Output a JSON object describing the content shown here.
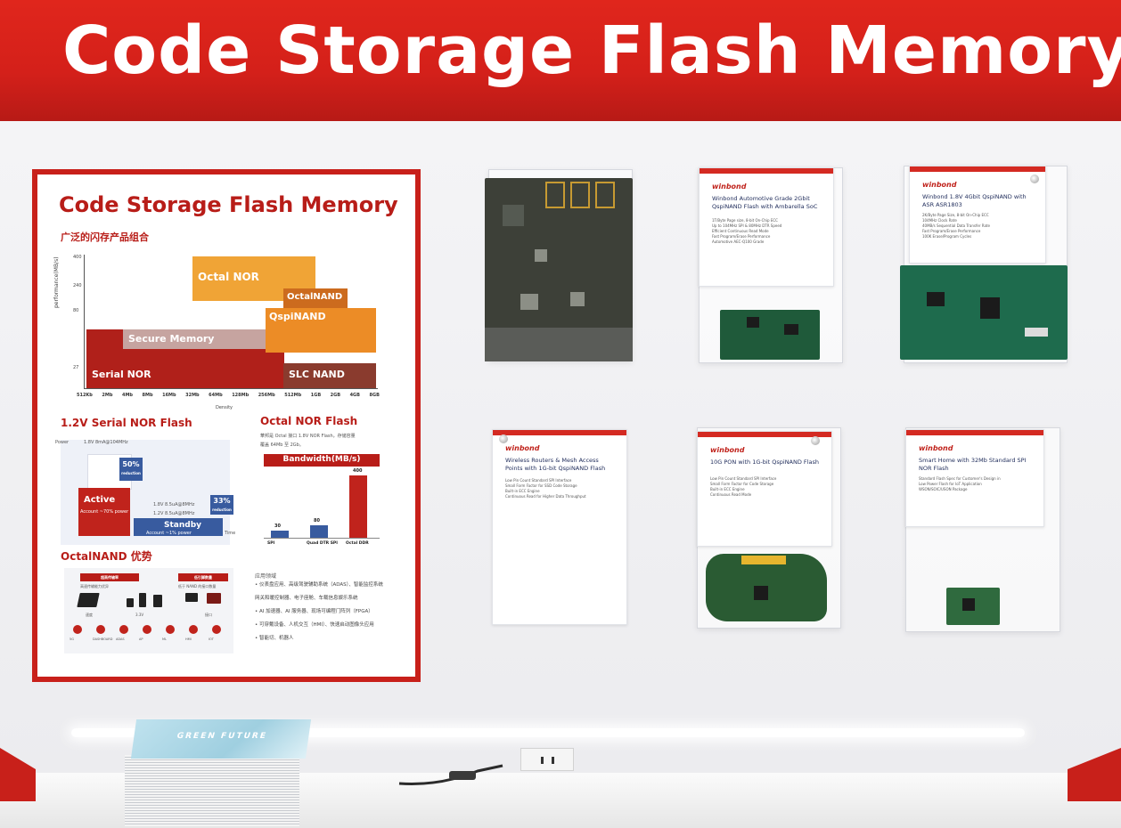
{
  "banner": {
    "title": "Code Storage Flash Memory"
  },
  "poster": {
    "title": "Code Storage Flash Memory",
    "subtitle": "广泛的闪存产品组合",
    "chart": {
      "ylabel": "performance(MB/s)",
      "yticks": [
        "400",
        "240",
        "80",
        "27"
      ],
      "xticks": [
        "512Kb",
        "2Mb",
        "4Mb",
        "8Mb",
        "16Mb",
        "32Mb",
        "64Mb",
        "128Mb",
        "256Mb",
        "512Mb",
        "1GB",
        "2GB",
        "4GB",
        "8GB"
      ],
      "xlabel": "Density",
      "blocks": {
        "octal_nor": "Octal NOR",
        "octal_nand": "OctalNAND",
        "qspi_nand": "QspiNAND",
        "secure_memory": "Secure Memory",
        "serial_nor": "Serial NOR",
        "slc_nand": "SLC NAND"
      }
    },
    "nor12": {
      "heading": "1.2V Serial NOR Flash",
      "power_label": "Power",
      "top_label": "1.8V 8mA@104MHz",
      "badge_50": "50%",
      "badge_50_sub": "reduction",
      "badge_33": "33%",
      "badge_33_sub": "reduction",
      "active": "Active",
      "active_sub": "Account ~70% power",
      "line_18": "1.8V 8.5uA@8MHz",
      "line_12": "1.2V 8.5uA@8MHz",
      "standby": "Standby",
      "standby_sub": "Account ~1% power",
      "time_label": "Time"
    },
    "octal": {
      "heading": "Octal NOR Flash",
      "desc_1": "華邦是 Octal 接口 1.8V NOR Flash，存储容量",
      "desc_2": "覆盖 64Mb 至 2Gb。",
      "bw_title": "Bandwidth(MB/s)",
      "bars": [
        {
          "label": "SPI",
          "value": 30
        },
        {
          "label": "Quad DTR SPI",
          "value": 80
        },
        {
          "label": "Octal DDR",
          "value": 400
        }
      ]
    },
    "octalnand": {
      "heading": "OctalNAND 优势",
      "tag_1": "超高传输率",
      "tag_2": "低引脚数量",
      "tag_1_sub": "高速传输能力优异",
      "tag_2_sub": "低于 NAND 的接口数量",
      "col_a": "速度",
      "col_b": "3.3V",
      "col_c": "接口",
      "icon_labels": [
        "5G",
        "DASHBOARD",
        "ADAS",
        "AP",
        "ML",
        "HMI",
        "IOT"
      ]
    },
    "applications": {
      "heading": "应用领域",
      "items": [
        "• 仪表盘应用、高级驾驶辅助系统（ADAS）、智能监控系统",
        "  网关和暖控制器、电子座舱、车载信息娱乐系统",
        "• AI 加速器、AI 服务器、现场可编程门阵列（FPGA）",
        "• 可穿戴设备、人机交互（HMI）、快速启动图像头应用",
        "• 智能切、机器人"
      ]
    }
  },
  "cards": [
    {
      "logo": "winbond",
      "title": "Winbond Automotive Grade 2Gbit QspiNAND Flash with Ambarella SoC",
      "bullets": [
        "1T/Byte Page size, 8-bit On-Chip ECC",
        "Up to 104MHz SPI & 80MHz DTR Speed",
        "Efficient Continuous Read Mode",
        "Fast Program/Erase Performance",
        "Automotive AEC-Q100 Grade"
      ]
    },
    {
      "logo": "winbond",
      "title": "Winbond 1.8V 4Gbit QspiNAND with ASR ASR1803",
      "bullets": [
        "2K/Byte Page Size, 8-bit On-Chip ECC",
        "104MHz Clock Rate",
        "40MB/s Sequential Data Transfer Rate",
        "Fast Program/Erase Performance",
        "100K Erase/Program Cycles"
      ]
    },
    {
      "logo": "winbond",
      "title": "Wireless Routers & Mesh Access Points with 1G-bit QspiNAND Flash",
      "bullets": [
        "Low Pin Count Standard SPI Interface",
        "Small Form Factor for SSD Code Storage",
        "Built-in ECC Engine",
        "Continuous Read for Higher Data Throughput"
      ]
    },
    {
      "logo": "winbond",
      "title": "10G PON with 1G-bit QspiNAND Flash",
      "bullets": [
        "Low Pin Count Standard SPI Interface",
        "Small Form Factor for Code Storage",
        "Built-in ECC Engine",
        "Continuous Read Mode"
      ]
    },
    {
      "logo": "winbond",
      "title": "Smart Home with 32Mb Standard SPI NOR Flash",
      "bullets": [
        "Standard Flash Spec for Customer's Design in",
        "Low Power Flash for IoT Application",
        "WSON/SOIC/USON Package"
      ]
    }
  ],
  "brochure": {
    "text": "GREEN FUTURE"
  }
}
